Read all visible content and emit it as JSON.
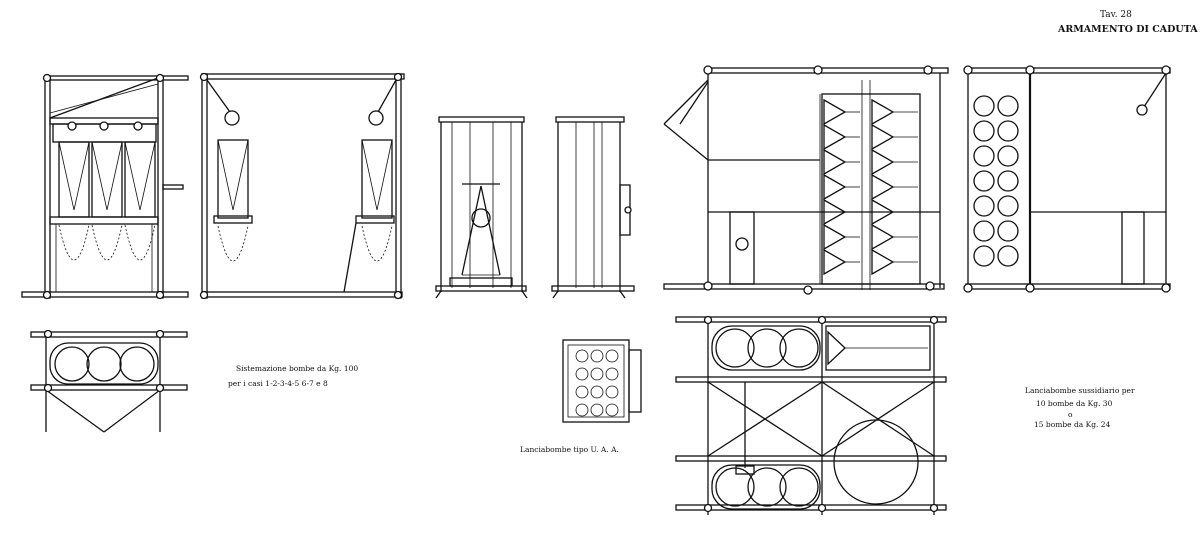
{
  "header": {
    "plate_number": "Tav. 28",
    "plate_title": "ARMAMENTO DI CADUTA"
  },
  "captions": {
    "bombs_100": {
      "line1": "Sistemazione bombe da Kg. 100",
      "line2": "per i casi 1-2-3-4-5 6-7 e 8"
    },
    "uaa": {
      "line1": "Lanciabombe tipo U. A. A."
    },
    "auxiliary": {
      "line1": "Lanciabombe sussidiario per",
      "line2": "10 bombe da Kg. 30",
      "line3": "o",
      "line4": "15 bombe da Kg. 24"
    }
  }
}
